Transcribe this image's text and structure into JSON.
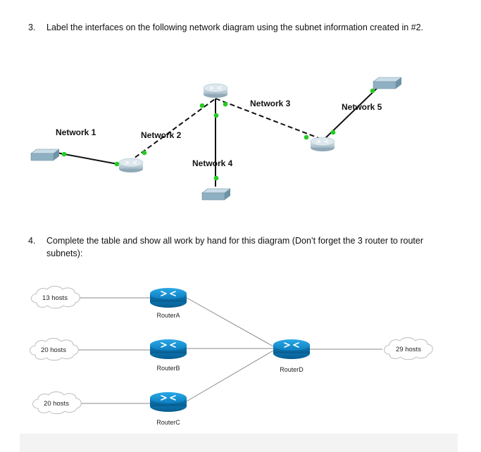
{
  "q3": {
    "number": "3.",
    "text": "Label the interfaces on the following network diagram using the subnet information created in #2."
  },
  "diagram1": {
    "labels": {
      "network1": "Network 1",
      "network2": "Network 2",
      "network3": "Network 3",
      "network4": "Network 4",
      "network5": "Network 5"
    }
  },
  "q4": {
    "number": "4.",
    "text": "Complete the table and show all work by hand for this diagram (Don’t forget the 3 router to router subnets):"
  },
  "diagram2": {
    "clouds": {
      "c1": "13 hosts",
      "c2": "20 hosts",
      "c3": "20 hosts",
      "c4": "29 hosts"
    },
    "routers": {
      "a": "RouterA",
      "b": "RouterB",
      "c": "RouterC",
      "d": "RouterD"
    }
  }
}
